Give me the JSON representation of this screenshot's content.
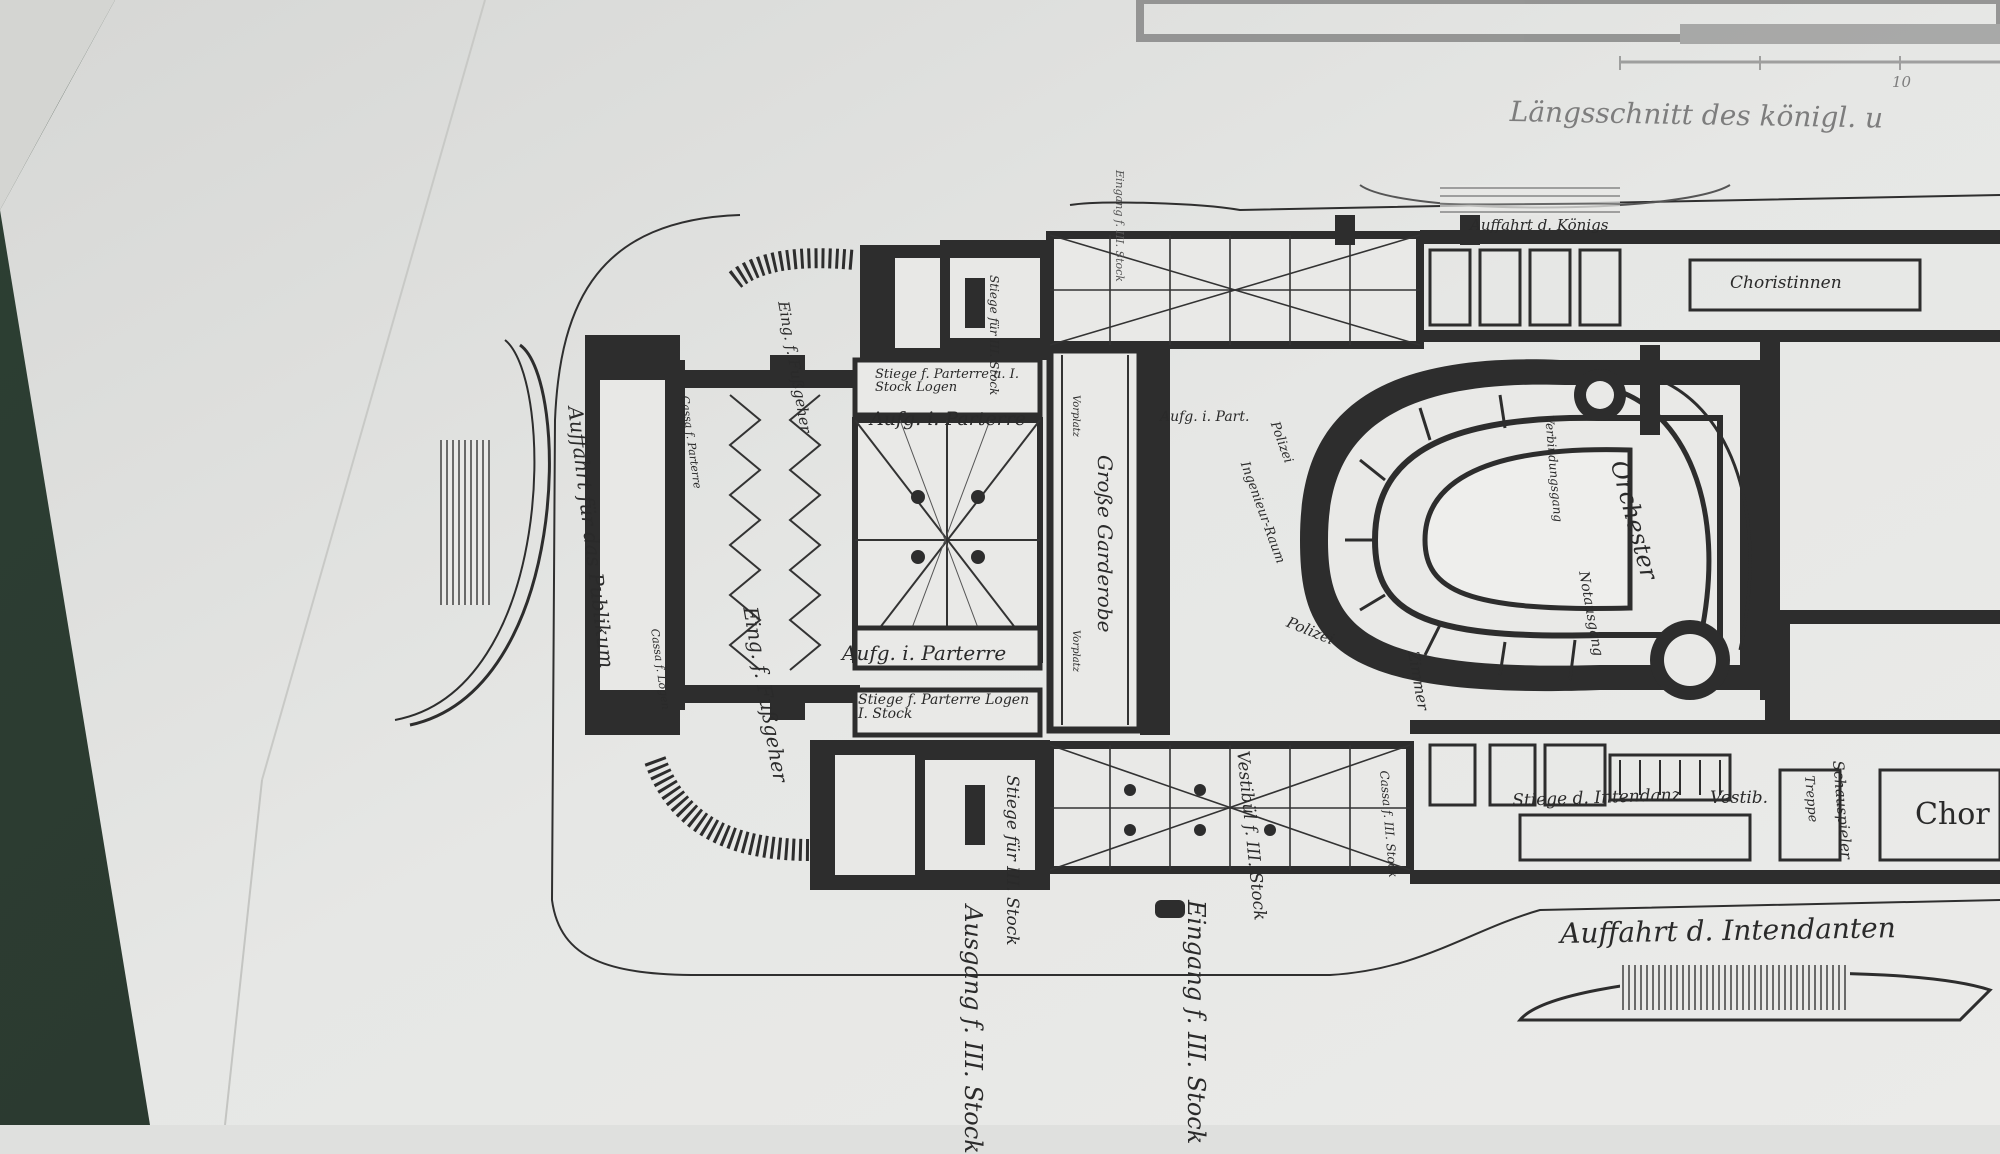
{
  "photo": {
    "subject": "floor-plan-print",
    "colors": {
      "mat": "#2d3f33",
      "paper": "#e8e8e6",
      "ink": "#2a2a2a",
      "faded_ink": "#7d7d7d"
    }
  },
  "caption_top": "Längsschnitt des königl. u",
  "scale_bar_label": "10",
  "plan_labels": {
    "auffahrt_publikum": "Auffahrt für das Publikum",
    "auffahrt_koenigs": "Auffahrt d. Königs",
    "auffahrt_intendanten": "Auffahrt d. Intendanten",
    "eingang_links": "Eing. f. Fußgeher",
    "eingang_links_2": "Eing. f. Fußgeher",
    "cassa_top": "Cassa f. Parterre",
    "cassa_bottom": "Cassa f. Logen",
    "stiege_parterre_top": "Stiege f. Parterre u. I. Stock Logen",
    "stiege_parterre_bottom": "Stiege f. Parterre Logen I. Stock",
    "aufg_parterre_top": "Aufg. i. Parterre",
    "aufg_parterre_bottom": "Aufg. i. Parterre",
    "garderobe": "Große Garderobe",
    "vorplatz_top": "Vorplatz",
    "vorplatz_bottom": "Vorplatz",
    "aufg_part": "Aufg. i. Part.",
    "polizei_top": "Polizei",
    "ingenieur": "Ingenieur-Raum",
    "polizei_bottom": "Polizei",
    "zimmer": "Zimmer",
    "orchester": "Orchester",
    "notausgang": "Notausgang",
    "verbindungsgang": "Verbindungsgang",
    "stiege_top": "Stiege für III. Stock",
    "stiege_bottom": "Stiege für III. Stock",
    "eingang_oben": "Eingang f. III. Stock",
    "vestibul": "Vestibül f. III. Stock",
    "cassa_iii": "Cassa f. III. Stock",
    "stiege_intendanz": "Stiege d. Intendanz",
    "vestibul_right": "Vestib.",
    "ausgang": "Ausgang f. III. Stock",
    "eingang_unten": "Eingang f. III. Stock",
    "choristinnen": "Choristinnen",
    "chor": "Chor",
    "schauspieler": "Schauspieler",
    "treppe": "Treppe"
  }
}
